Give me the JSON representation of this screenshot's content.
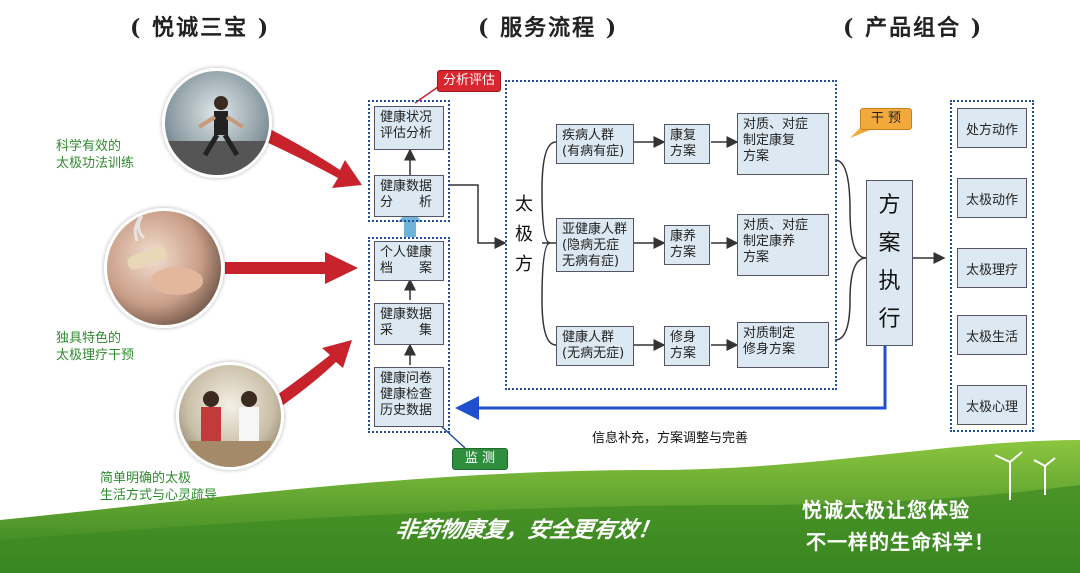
{
  "sections": {
    "left_title": "( 悦诚三宝 )",
    "middle_title": "( 服务流程 )",
    "right_title": "( 产品组合 )"
  },
  "treasures": [
    {
      "caption_1": "科学有效的",
      "caption_2": "太极功法训练"
    },
    {
      "caption_1": "独具特色的",
      "caption_2": "太极理疗干预"
    },
    {
      "caption_1": "简单明确的太极",
      "caption_2": "生活方式与心灵疏导"
    }
  ],
  "flow": {
    "tag_analysis": "分析评估",
    "tag_monitor": "监 测",
    "tag_intervene": "干 预",
    "top_group": {
      "box1": [
        "健康状况",
        "评估分析"
      ],
      "box2": [
        "健康数据",
        "分　　析"
      ]
    },
    "bottom_group": {
      "box1": [
        "个人健康",
        "档　　案"
      ],
      "box2": [
        "健康数据",
        "采　　集"
      ],
      "box3": [
        "健康问卷",
        "健康检查",
        "历史数据"
      ]
    },
    "taiji_fang": [
      "太",
      "极",
      "方"
    ],
    "rows": [
      {
        "group": [
          "疾病人群",
          "(有病有症)"
        ],
        "plan": [
          "康复",
          "方案"
        ],
        "detail": [
          "对质、对症",
          "制定康复",
          "方案"
        ]
      },
      {
        "group": [
          "亚健康人群",
          "(隐病无症",
          "无病有症)"
        ],
        "plan": [
          "康养",
          "方案"
        ],
        "detail": [
          "对质、对症",
          "制定康养",
          "方案"
        ]
      },
      {
        "group": [
          "健康人群",
          "(无病无症)"
        ],
        "plan": [
          "修身",
          "方案"
        ],
        "detail": [
          "对质制定",
          "修身方案"
        ]
      }
    ],
    "execute": [
      "方",
      "案",
      "执",
      "行"
    ],
    "feedback": "信息补充，方案调整与完善"
  },
  "products": [
    "处方动作",
    "太极动作",
    "太极理疗",
    "太极生活",
    "太极心理"
  ],
  "slogans": {
    "left": "非药物康复，安全更有效！",
    "right_1": "悦诚太极让您体验",
    "right_2": "不一样的生命科学！"
  },
  "colors": {
    "caption_green": "#2e8b2e",
    "arrow_red": "#c8232c",
    "dotted_blue": "#1f4f9e",
    "box_fill": "#dde9f2",
    "grass": "#4a9a2a"
  }
}
